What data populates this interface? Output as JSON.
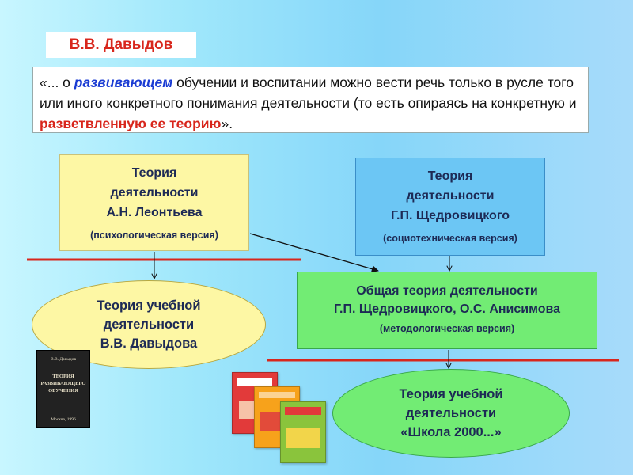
{
  "author": "В.В. Давыдов",
  "quote": {
    "p1": "«... о ",
    "h1": "развивающем",
    "p2": " обучении и воспитании можно вести речь только в русле того или иного конкретного понимания деятельности (то есть опираясь на конкретную и ",
    "h2": "разветвленную ее теорию",
    "p3": "»."
  },
  "boxes": {
    "leontiev": {
      "l1": "Теория",
      "l2": "деятельности",
      "l3": "А.Н. Леонтьева",
      "sub": "(психологическая версия)"
    },
    "shchedrovitsky": {
      "l1": "Теория",
      "l2": "деятельности",
      "l3": "Г.П. Щедровицкого",
      "sub": "(социотехническая версия)"
    },
    "general": {
      "l1": "Общая теория деятельности",
      "l2": "Г.П. Щедровицкого, О.С. Анисимова",
      "sub": "(методологическая версия)"
    }
  },
  "ellipses": {
    "davydov": {
      "l1": "Теория учебной",
      "l2": "деятельности",
      "l3": "В.В. Давыдова"
    },
    "school2000": {
      "l1": "Теория учебной",
      "l2": "деятельности",
      "l3": "«Школа 2000...»"
    }
  },
  "book": {
    "author": "В.В. Давыдов",
    "t1": "ТЕОРИЯ",
    "t2": "РАЗВИВАЮЩЕГО",
    "t3": "ОБУЧЕНИЯ",
    "pub": "Москва, 1996"
  },
  "colors": {
    "red": "#d8261c",
    "yellow": "#fdf7a4",
    "blue": "#6cc6f4",
    "green": "#72ec74"
  }
}
